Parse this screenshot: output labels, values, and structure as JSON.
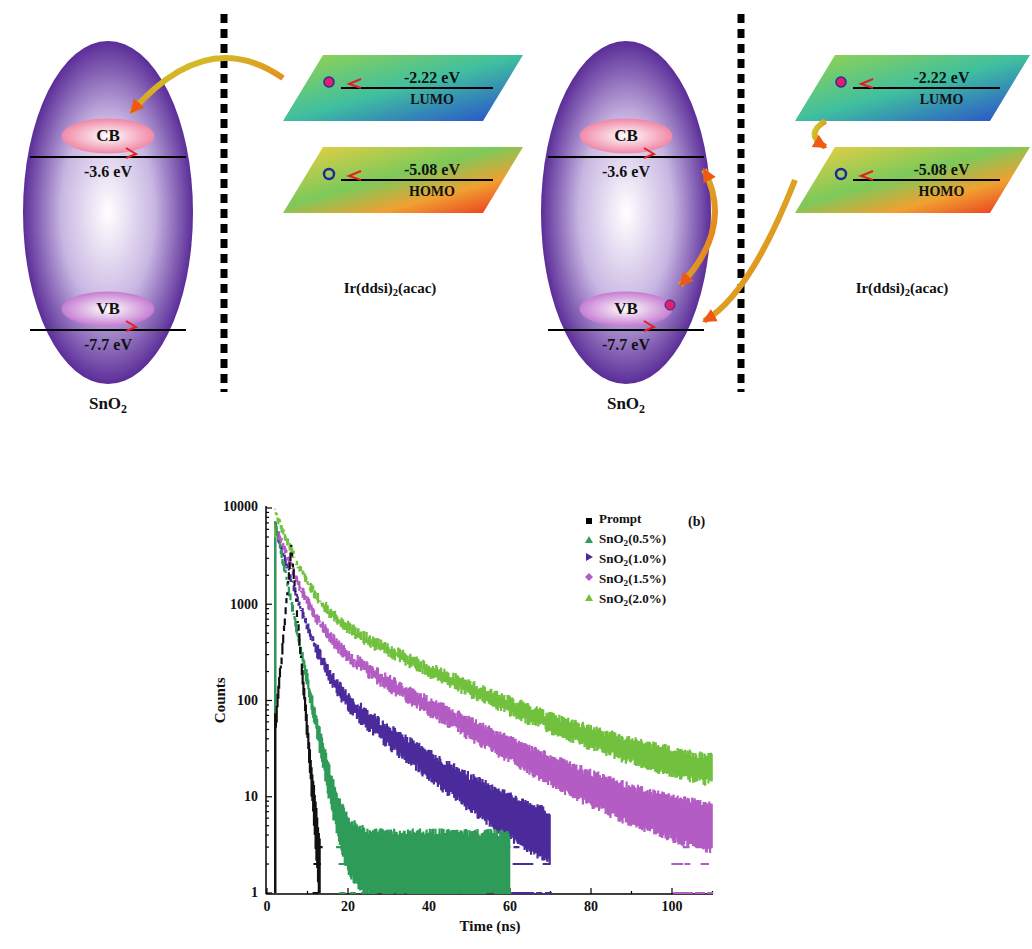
{
  "diagram": {
    "nodes": [
      {
        "text": [
          "SnO2"
        ]
      },
      {
        "text": [
          "CB",
          "-3.6 eV"
        ],
        "in": 0
      },
      {
        "text": [
          "VB",
          "-7.7 eV"
        ],
        "in": 0
      },
      {
        "text": [
          "-2.22 eV",
          "LUMO"
        ]
      },
      {
        "text": [
          "-5.08 eV",
          "HOMO"
        ]
      },
      {
        "text": [
          "SnO2"
        ]
      },
      {
        "text": [
          "CB",
          "-3.6 eV"
        ],
        "in": 5
      },
      {
        "text": [
          "VB",
          "-7.7 eV"
        ],
        "in": 5
      },
      {
        "text": [
          "-2.22 eV",
          "LUMO"
        ]
      },
      {
        "text": [
          "-5.08 eV",
          "HOMO"
        ]
      }
    ],
    "edges": [
      {
        "from": 3,
        "to": 1,
        "arrow": "to"
      },
      {
        "from": 6,
        "to": 7,
        "arrow": "both"
      },
      {
        "from": 9,
        "to": 7,
        "arrow": "to"
      },
      {
        "from": 8,
        "to": 9,
        "arrow": "to"
      }
    ],
    "labels": [
      "Ir(ddsi)2(acac)",
      "Ir(ddsi)2(acac)",
      "(b)",
      "10000",
      "1000",
      "100",
      "10",
      "1",
      "0",
      "20",
      "40",
      "60",
      "80",
      "100",
      "Counts",
      "Time (ns)"
    ],
    "legend": [
      {
        "text": "Prompt"
      },
      {
        "text": "SnO2(0.5%)"
      },
      {
        "text": "SnO2(1.0%)"
      },
      {
        "text": "SnO2(1.5%)"
      },
      {
        "text": "SnO2(2.0%)"
      }
    ]
  }
}
